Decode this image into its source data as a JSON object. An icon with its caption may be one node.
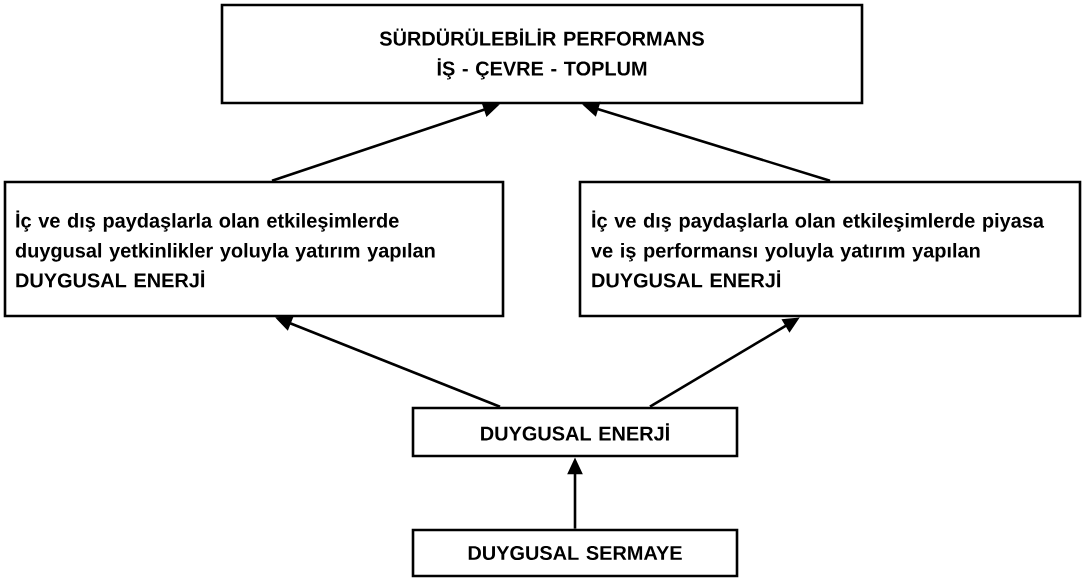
{
  "diagram": {
    "nodes": [
      {
        "text": [
          "SÜRDÜRÜLEBİLİR PERFORMANS",
          "İŞ - ÇEVRE - TOPLUM"
        ]
      },
      {
        "text": [
          "İç ve dış paydaşlarla olan etkileşimlerde duygusal yetkinlikler yoluyla yatırım yapılan DUYGUSAL ENERJİ"
        ]
      },
      {
        "text": [
          "İç ve dış paydaşlarla olan etkileşimlerde piyasa ve iş performansı yoluyla yatırım yapılan DUYGUSAL ENERJİ"
        ]
      },
      {
        "text": [
          "DUYGUSAL ENERJİ"
        ]
      },
      {
        "text": [
          "DUYGUSAL SERMAYE"
        ]
      }
    ],
    "edges": [
      {
        "from": 1,
        "to": 0,
        "arrow": "to"
      },
      {
        "from": 2,
        "to": 0,
        "arrow": "to"
      },
      {
        "from": 3,
        "to": 1,
        "arrow": "to"
      },
      {
        "from": 3,
        "to": 2,
        "arrow": "to"
      },
      {
        "from": 4,
        "to": 3,
        "arrow": "to"
      }
    ]
  }
}
